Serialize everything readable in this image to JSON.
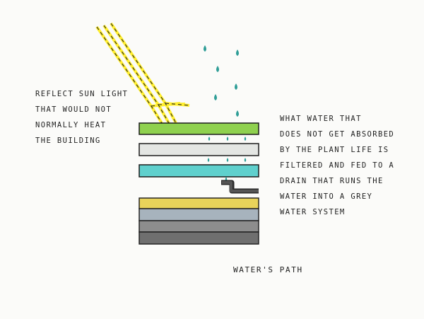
{
  "left_note": {
    "lines": [
      "REFLECT SUN LIGHT",
      "THAT WOULD NOT",
      "NORMALLY HEAT",
      "THE BUILDING"
    ]
  },
  "right_note": {
    "lines": [
      "WHAT WATER THAT",
      "DOES NOT GET ABSORBED",
      "BY THE PLANT LIFE IS",
      "FILTERED AND FED TO A",
      "DRAIN THAT RUNS THE",
      "WATER INTO A GREY",
      "WATER SYSTEM"
    ]
  },
  "caption": "WATER'S PATH",
  "colors": {
    "green_layer": "#8fd14f",
    "white_layer": "#e4e6e3",
    "cyan_layer": "#5fd0cd",
    "yellow_layer": "#e8d35a",
    "blue_grey_layer": "#a7b3bd",
    "grey_layer": "#8d8d8d",
    "dark_grey_layer": "#6f6f6f",
    "rain": "#2f9e97",
    "sun": "#ffee2e",
    "drain_pipe": "#444444"
  }
}
